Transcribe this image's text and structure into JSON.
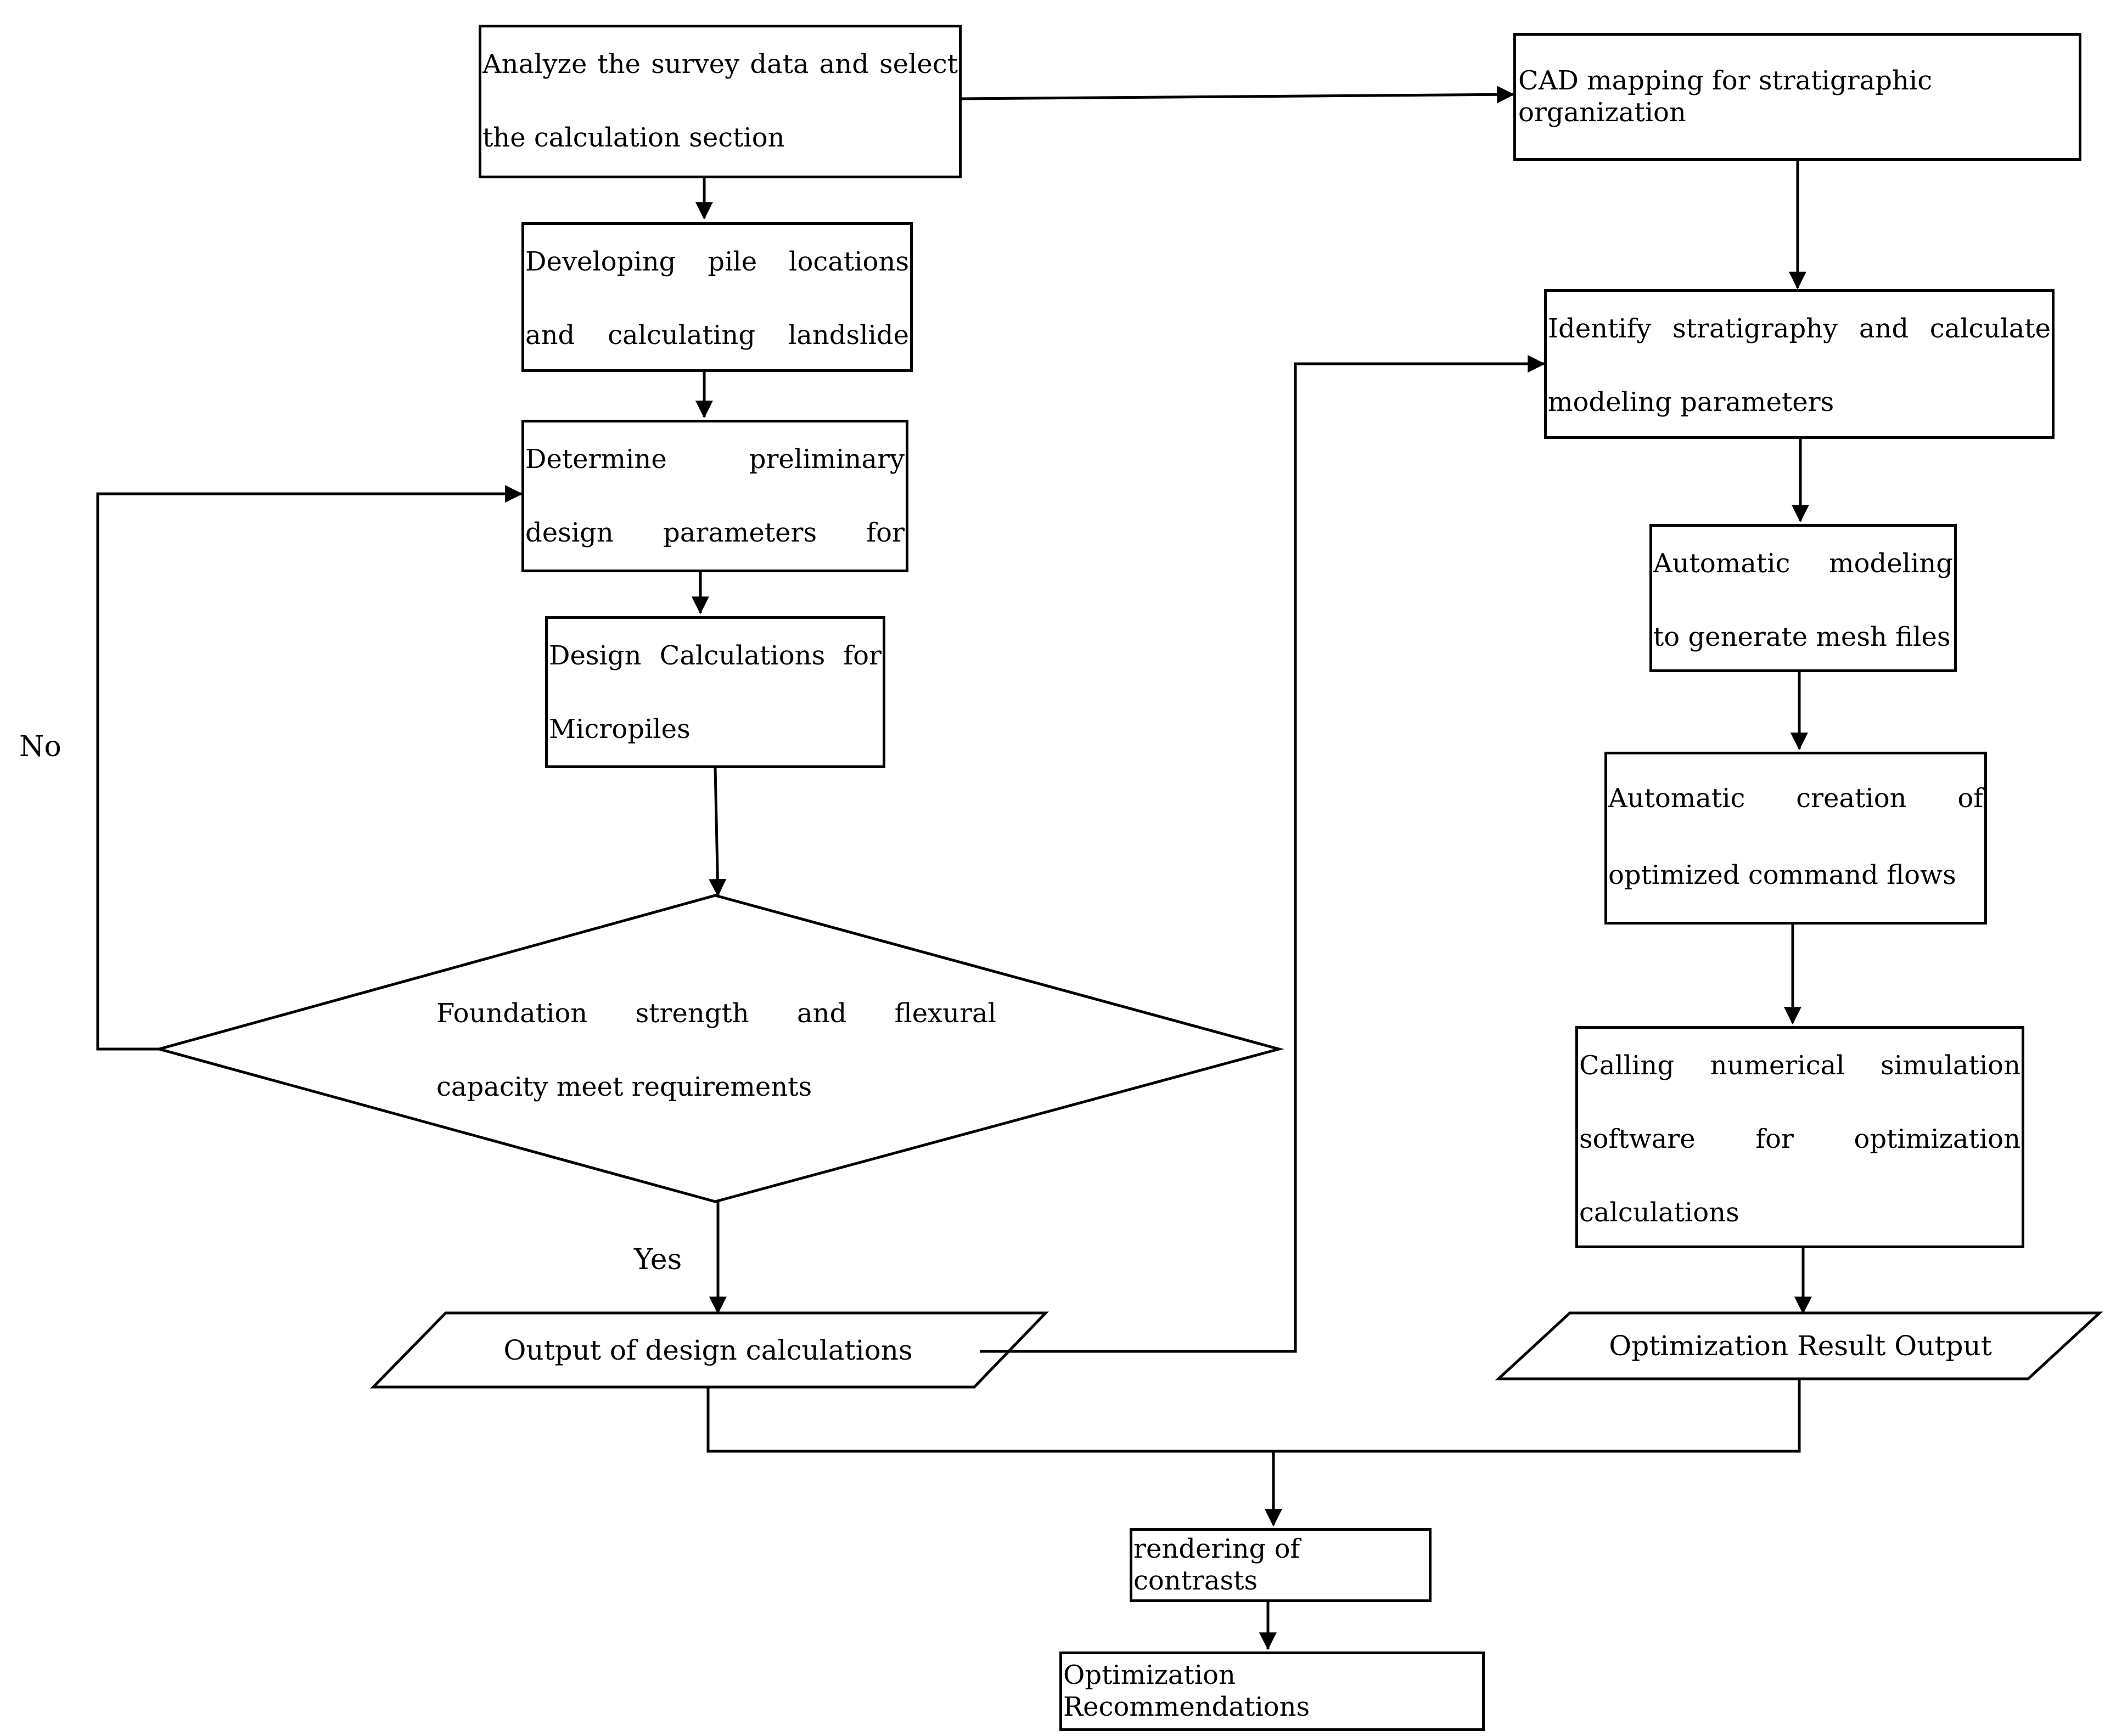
{
  "nodes": {
    "analyze": "Analyze the survey data and select the calculation section",
    "develop_piles": "Developing pile locations and calculating landslide thrusts",
    "preliminary": "Determine preliminary design parameters for micropiles",
    "design_calc": "Design Calculations for Micropiles",
    "decision": "Foundation strength and flexural capacity meet requirements",
    "output_design": "Output of design calculations",
    "cad": "CAD mapping for stratigraphic organization",
    "identify": "Identify stratigraphy and calculate modeling parameters",
    "auto_model": "Automatic modeling to generate mesh files",
    "auto_create": "Automatic creation of optimized command flows",
    "calling": "Calling numerical simulation software for optimization calculations",
    "opt_output": "Optimization Result Output",
    "rendering": "rendering of contrasts",
    "recommend": "Optimization Recommendations"
  },
  "labels": {
    "no": "No",
    "yes": "Yes"
  }
}
